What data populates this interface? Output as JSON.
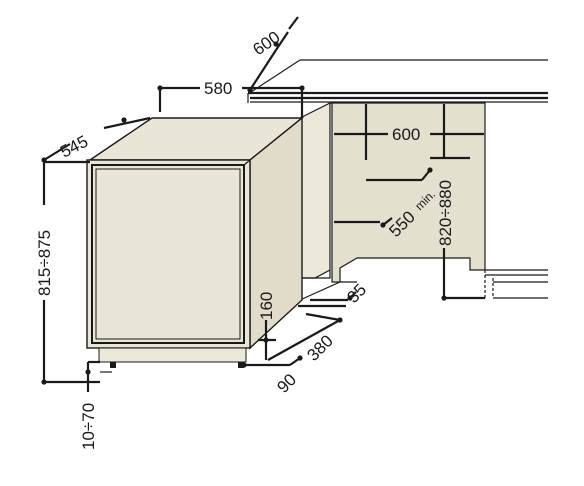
{
  "dimensions": {
    "niche_depth_top": "600",
    "appliance_depth": "580",
    "appliance_width": "545",
    "appliance_height": "815÷875",
    "foot_adjust": "10÷70",
    "niche_width": "600",
    "niche_height": "820÷880",
    "min_depth": "550",
    "min_suffix": "min.",
    "plinth_height": "160",
    "plinth_depth_35": "35",
    "plinth_depth_380": "380",
    "plinth_depth_90": "90"
  },
  "colors": {
    "appliance_fill": "#e9e6d7",
    "panel_fill": "#ebe8da",
    "niche_fill": "#e3e0cf",
    "line": "#1a1a1a"
  }
}
